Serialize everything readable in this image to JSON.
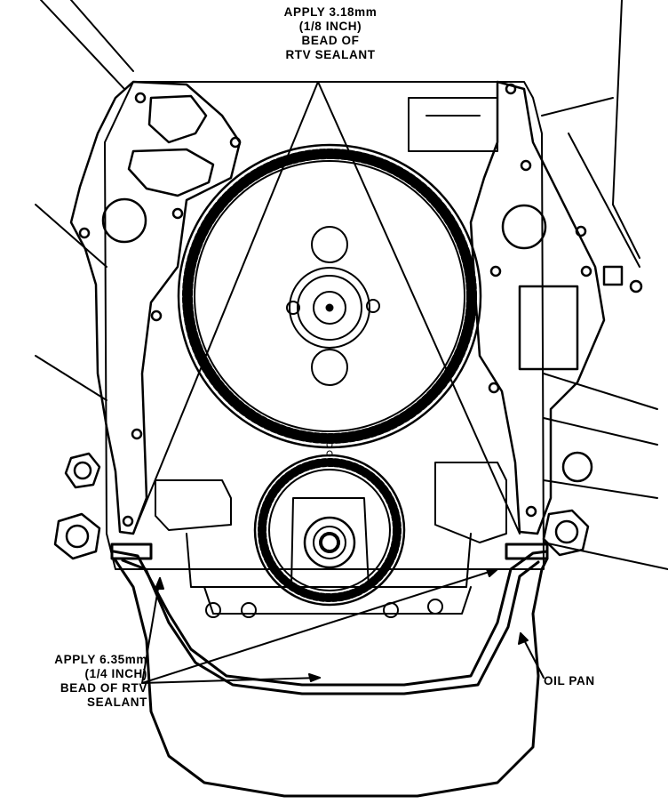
{
  "callouts": {
    "top": [
      "APPLY 3.18mm",
      "(1/8 INCH)",
      "BEAD OF",
      "RTV SEALANT"
    ],
    "left": [
      "APPLY 6.35mm",
      "(1/4 INCH)",
      "BEAD OF RTV",
      "SEALANT"
    ],
    "right": [
      "OIL PAN"
    ]
  },
  "colors": {
    "ink": "#000000",
    "paper": "#ffffff"
  }
}
